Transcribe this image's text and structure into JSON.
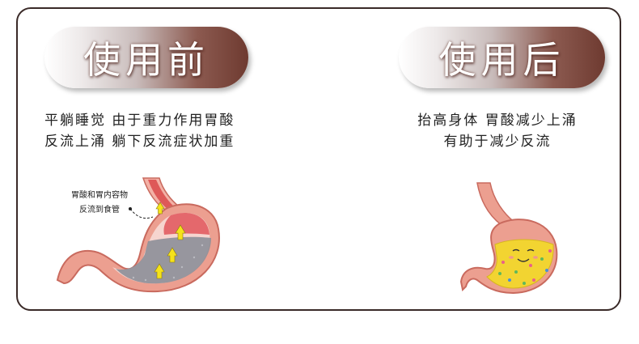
{
  "before": {
    "title": "使用前",
    "caption_line1": "平躺睡觉 由于重力作用胃酸",
    "caption_line2": "反流上涌 躺下反流症状加重",
    "callout_line1": "胃酸和胃内容物",
    "callout_line2": "反流到食管"
  },
  "after": {
    "title": "使用后",
    "caption_line1": "抬高身体 胃酸减少上涌",
    "caption_line2": "有助于减少反流"
  },
  "colors": {
    "frame_border": "#3a2a28",
    "pill_dark": "#6e3a30",
    "stomach_wall": "#e9998a",
    "acid_before": "#8d8f98",
    "acid_after": "#f2d431"
  }
}
